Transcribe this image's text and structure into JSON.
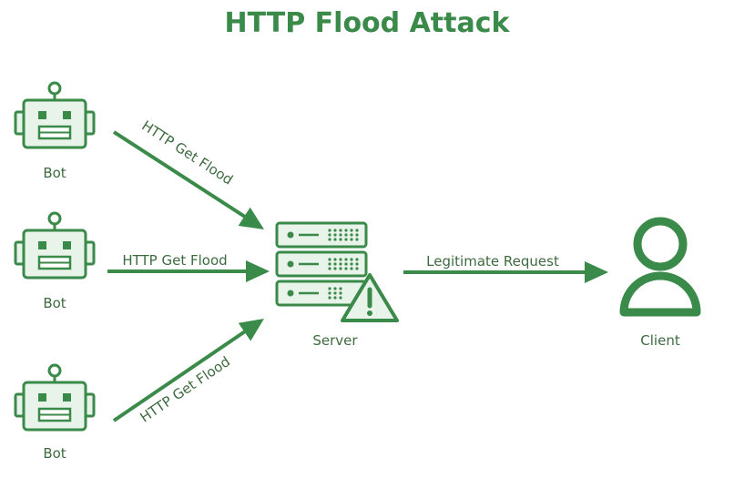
{
  "title": "HTTP Flood Attack",
  "colors": {
    "primary": "#3a8a4a",
    "text": "#3d6b3f",
    "icon_fill": "#e8f3ea",
    "background": "#ffffff"
  },
  "bots": [
    {
      "label": "Bot",
      "icon": "robot-icon"
    },
    {
      "label": "Bot",
      "icon": "robot-icon"
    },
    {
      "label": "Bot",
      "icon": "robot-icon"
    }
  ],
  "arrows": [
    {
      "label": "HTTP Get Flood"
    },
    {
      "label": "HTTP Get Flood"
    },
    {
      "label": "HTTP Get Flood"
    },
    {
      "label": "Legitimate Request"
    }
  ],
  "server": {
    "label": "Server",
    "icon": "server-warning-icon"
  },
  "client": {
    "label": "Client",
    "icon": "user-icon"
  }
}
